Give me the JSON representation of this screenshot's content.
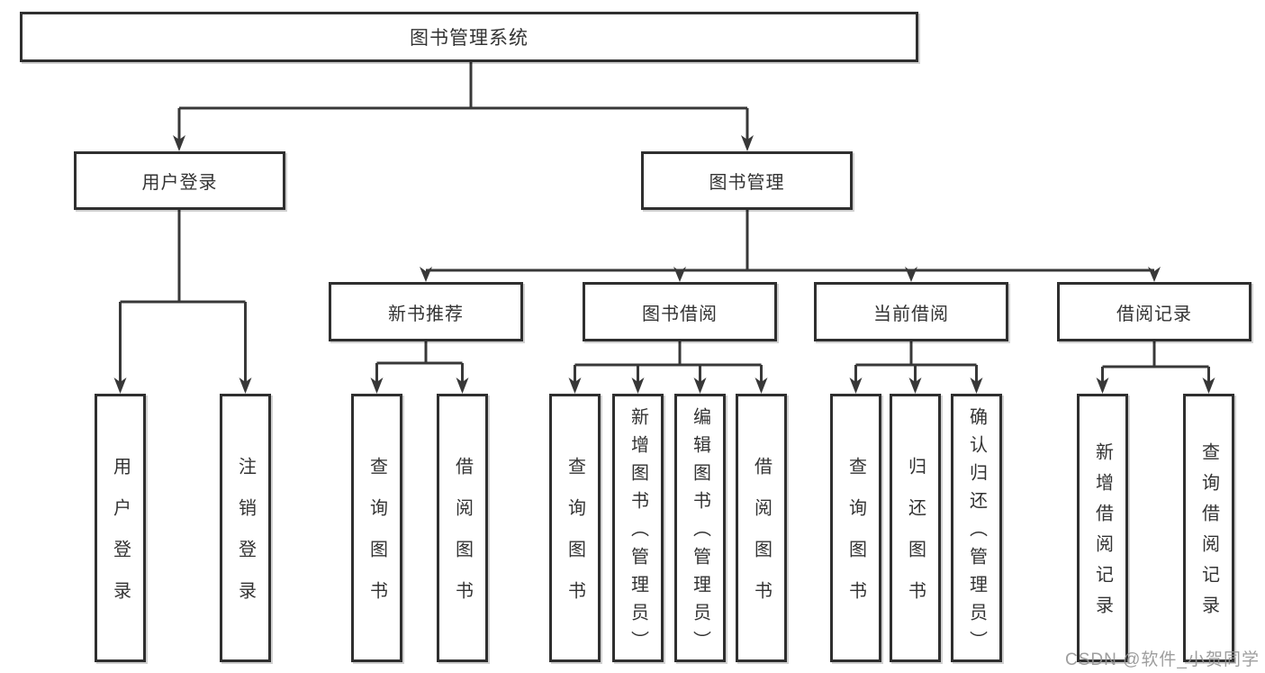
{
  "diagram": {
    "root": {
      "label": "图书管理系统"
    },
    "level2": [
      {
        "label": "用户登录"
      },
      {
        "label": "图书管理"
      }
    ],
    "level3": [
      {
        "label": "新书推荐"
      },
      {
        "label": "图书借阅"
      },
      {
        "label": "当前借阅"
      },
      {
        "label": "借阅记录"
      }
    ],
    "leaves": [
      {
        "label": "用户登录",
        "parent": "用户登录"
      },
      {
        "label": "注销登录",
        "parent": "用户登录"
      },
      {
        "label": "查询图书",
        "parent": "新书推荐"
      },
      {
        "label": "借阅图书",
        "parent": "新书推荐"
      },
      {
        "label": "查询图书",
        "parent": "图书借阅"
      },
      {
        "label": "新增图书（管理员）",
        "parent": "图书借阅"
      },
      {
        "label": "编辑图书（管理员）",
        "parent": "图书借阅"
      },
      {
        "label": "借阅图书",
        "parent": "图书借阅"
      },
      {
        "label": "查询图书",
        "parent": "当前借阅"
      },
      {
        "label": "归还图书",
        "parent": "当前借阅"
      },
      {
        "label": "确认归还（管理员）",
        "parent": "当前借阅"
      },
      {
        "label": "新增借阅记录",
        "parent": "借阅记录"
      },
      {
        "label": "查询借阅记录",
        "parent": "借阅记录"
      }
    ]
  },
  "watermark": "CSDN @软件_小贺同学",
  "colors": {
    "line": "#383838",
    "box_border": "#2f2f2f",
    "text": "#333333",
    "watermark": "#949494",
    "background": "#ffffff"
  }
}
